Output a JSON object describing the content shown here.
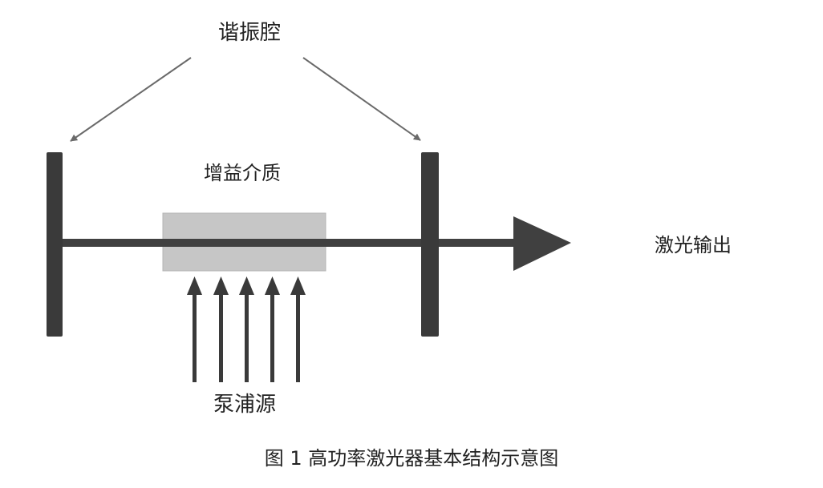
{
  "labels": {
    "cavity": "谐振腔",
    "gain_medium": "增益介质",
    "laser_output": "激光输出",
    "pump_source": "泵浦源"
  },
  "caption": "图 1 高功率激光器基本结构示意图",
  "colors": {
    "mirror": "#3a3a3a",
    "beam": "#404040",
    "gain_medium_fill": "#c6c6c6",
    "pointer_arrow": "#6a6a6a",
    "pump_arrow": "#3a3a3a",
    "text": "#222222"
  },
  "pump_arrow_count": 5
}
